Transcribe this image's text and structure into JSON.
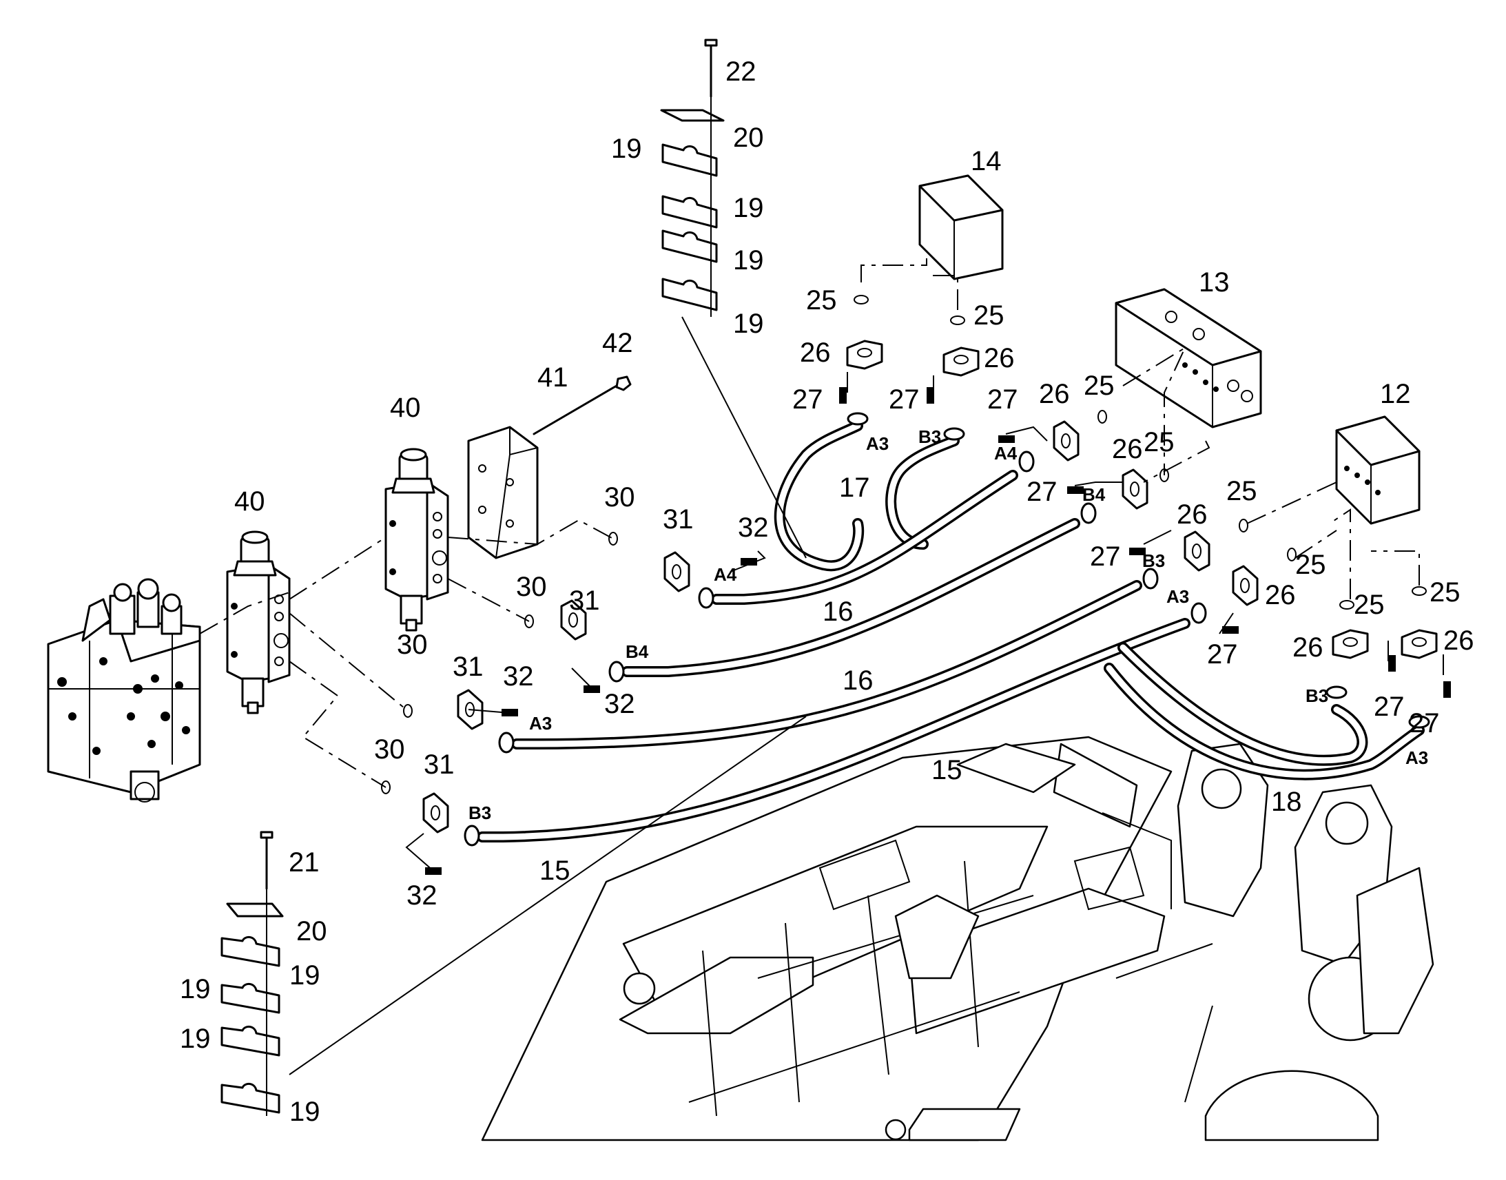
{
  "part_numbers": {
    "p12": "12",
    "p13": "13",
    "p14": "14",
    "p15": "15",
    "p16": "16",
    "p17": "17",
    "p18": "18",
    "p19": "19",
    "p20": "20",
    "p21": "21",
    "p22": "22",
    "p25": "25",
    "p26": "26",
    "p27": "27",
    "p30": "30",
    "p31": "31",
    "p32": "32",
    "p40": "40",
    "p41": "41",
    "p42": "42"
  },
  "ports": {
    "a3": "A3",
    "a4": "A4",
    "b3": "B3",
    "b4": "B4"
  }
}
